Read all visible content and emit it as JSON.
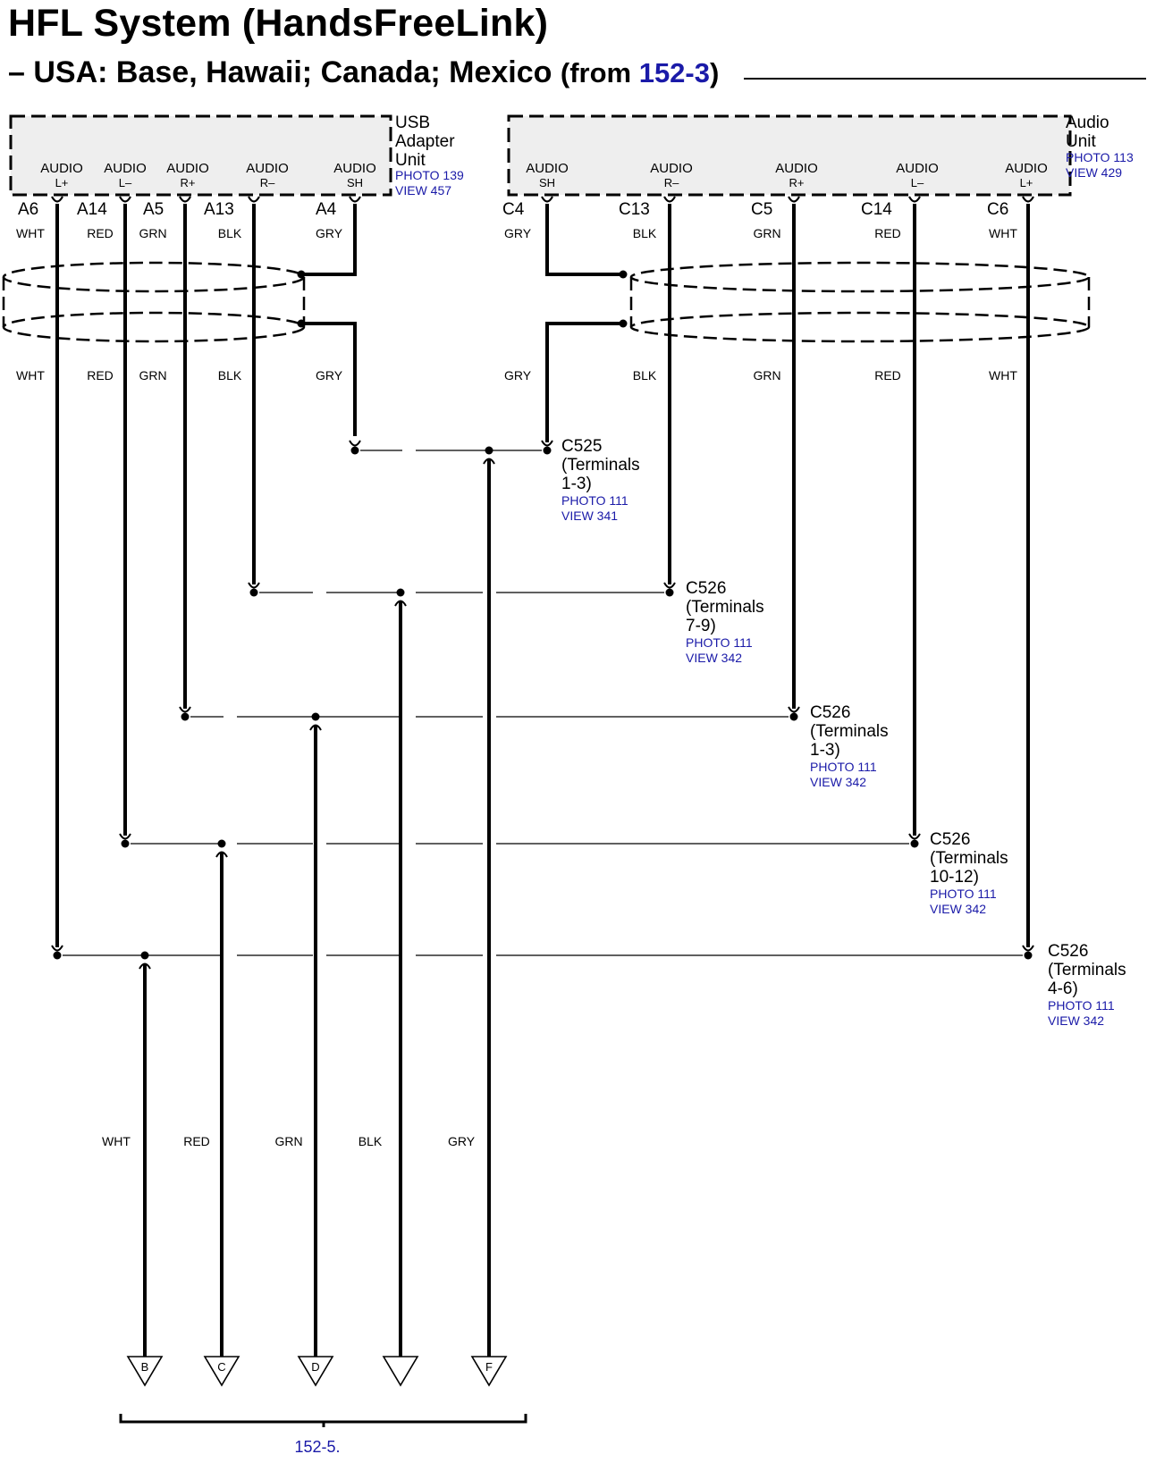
{
  "title": "HFL System (HandsFreeLink)",
  "subtitle": {
    "main": "– USA: Base, Hawaii; Canada; Mexico",
    "from_prefix": "(from ",
    "from_link": "152-3",
    "from_suffix": ")"
  },
  "colors": {
    "ink": "#000000",
    "link": "#1a1aa8",
    "component_fill": "#eeeeee"
  },
  "usb_unit": {
    "name_lines": [
      "USB",
      "Adapter",
      "Unit"
    ],
    "photo": "PHOTO 139",
    "view": "VIEW 457",
    "pins": [
      {
        "label": "AUDIO",
        "sub": "L+",
        "terminal": "A6",
        "wire": "WHT"
      },
      {
        "label": "AUDIO",
        "sub": "L–",
        "terminal": "A14",
        "wire": "RED"
      },
      {
        "label": "AUDIO",
        "sub": "R+",
        "terminal": "A5",
        "wire": "GRN"
      },
      {
        "label": "AUDIO",
        "sub": "R–",
        "terminal": "A13",
        "wire": "BLK"
      },
      {
        "label": "AUDIO",
        "sub": "SH",
        "terminal": "A4",
        "wire": "GRY"
      }
    ]
  },
  "audio_unit": {
    "name_lines": [
      "Audio",
      "Unit"
    ],
    "photo": "PHOTO 113",
    "view": "VIEW 429",
    "pins": [
      {
        "label": "AUDIO",
        "sub": "SH",
        "terminal": "C4",
        "wire": "GRY"
      },
      {
        "label": "AUDIO",
        "sub": "R–",
        "terminal": "C13",
        "wire": "BLK"
      },
      {
        "label": "AUDIO",
        "sub": "R+",
        "terminal": "C5",
        "wire": "GRN"
      },
      {
        "label": "AUDIO",
        "sub": "L–",
        "terminal": "C14",
        "wire": "RED"
      },
      {
        "label": "AUDIO",
        "sub": "L+",
        "terminal": "C6",
        "wire": "WHT"
      }
    ]
  },
  "connectors": [
    {
      "name": "C525",
      "lines": [
        "(Terminals",
        "1-3)"
      ],
      "photo": "PHOTO 111",
      "view": "VIEW 341"
    },
    {
      "name": "C526",
      "lines": [
        "(Terminals",
        "7-9)"
      ],
      "photo": "PHOTO 111",
      "view": "VIEW 342"
    },
    {
      "name": "C526",
      "lines": [
        "(Terminals",
        "1-3)"
      ],
      "photo": "PHOTO 111",
      "view": "VIEW 342"
    },
    {
      "name": "C526",
      "lines": [
        "(Terminals",
        "10-12)"
      ],
      "photo": "PHOTO 111",
      "view": "VIEW 342"
    },
    {
      "name": "C526",
      "lines": [
        "(Terminals",
        "4-6)"
      ],
      "photo": "PHOTO 111",
      "view": "VIEW 342"
    }
  ],
  "outputs": [
    {
      "wire": "WHT",
      "letter": "B"
    },
    {
      "wire": "RED",
      "letter": "C"
    },
    {
      "wire": "GRN",
      "letter": "D"
    },
    {
      "wire": "BLK",
      "letter": ""
    },
    {
      "wire": "GRY",
      "letter": "F"
    }
  ],
  "continuation": "152-5."
}
